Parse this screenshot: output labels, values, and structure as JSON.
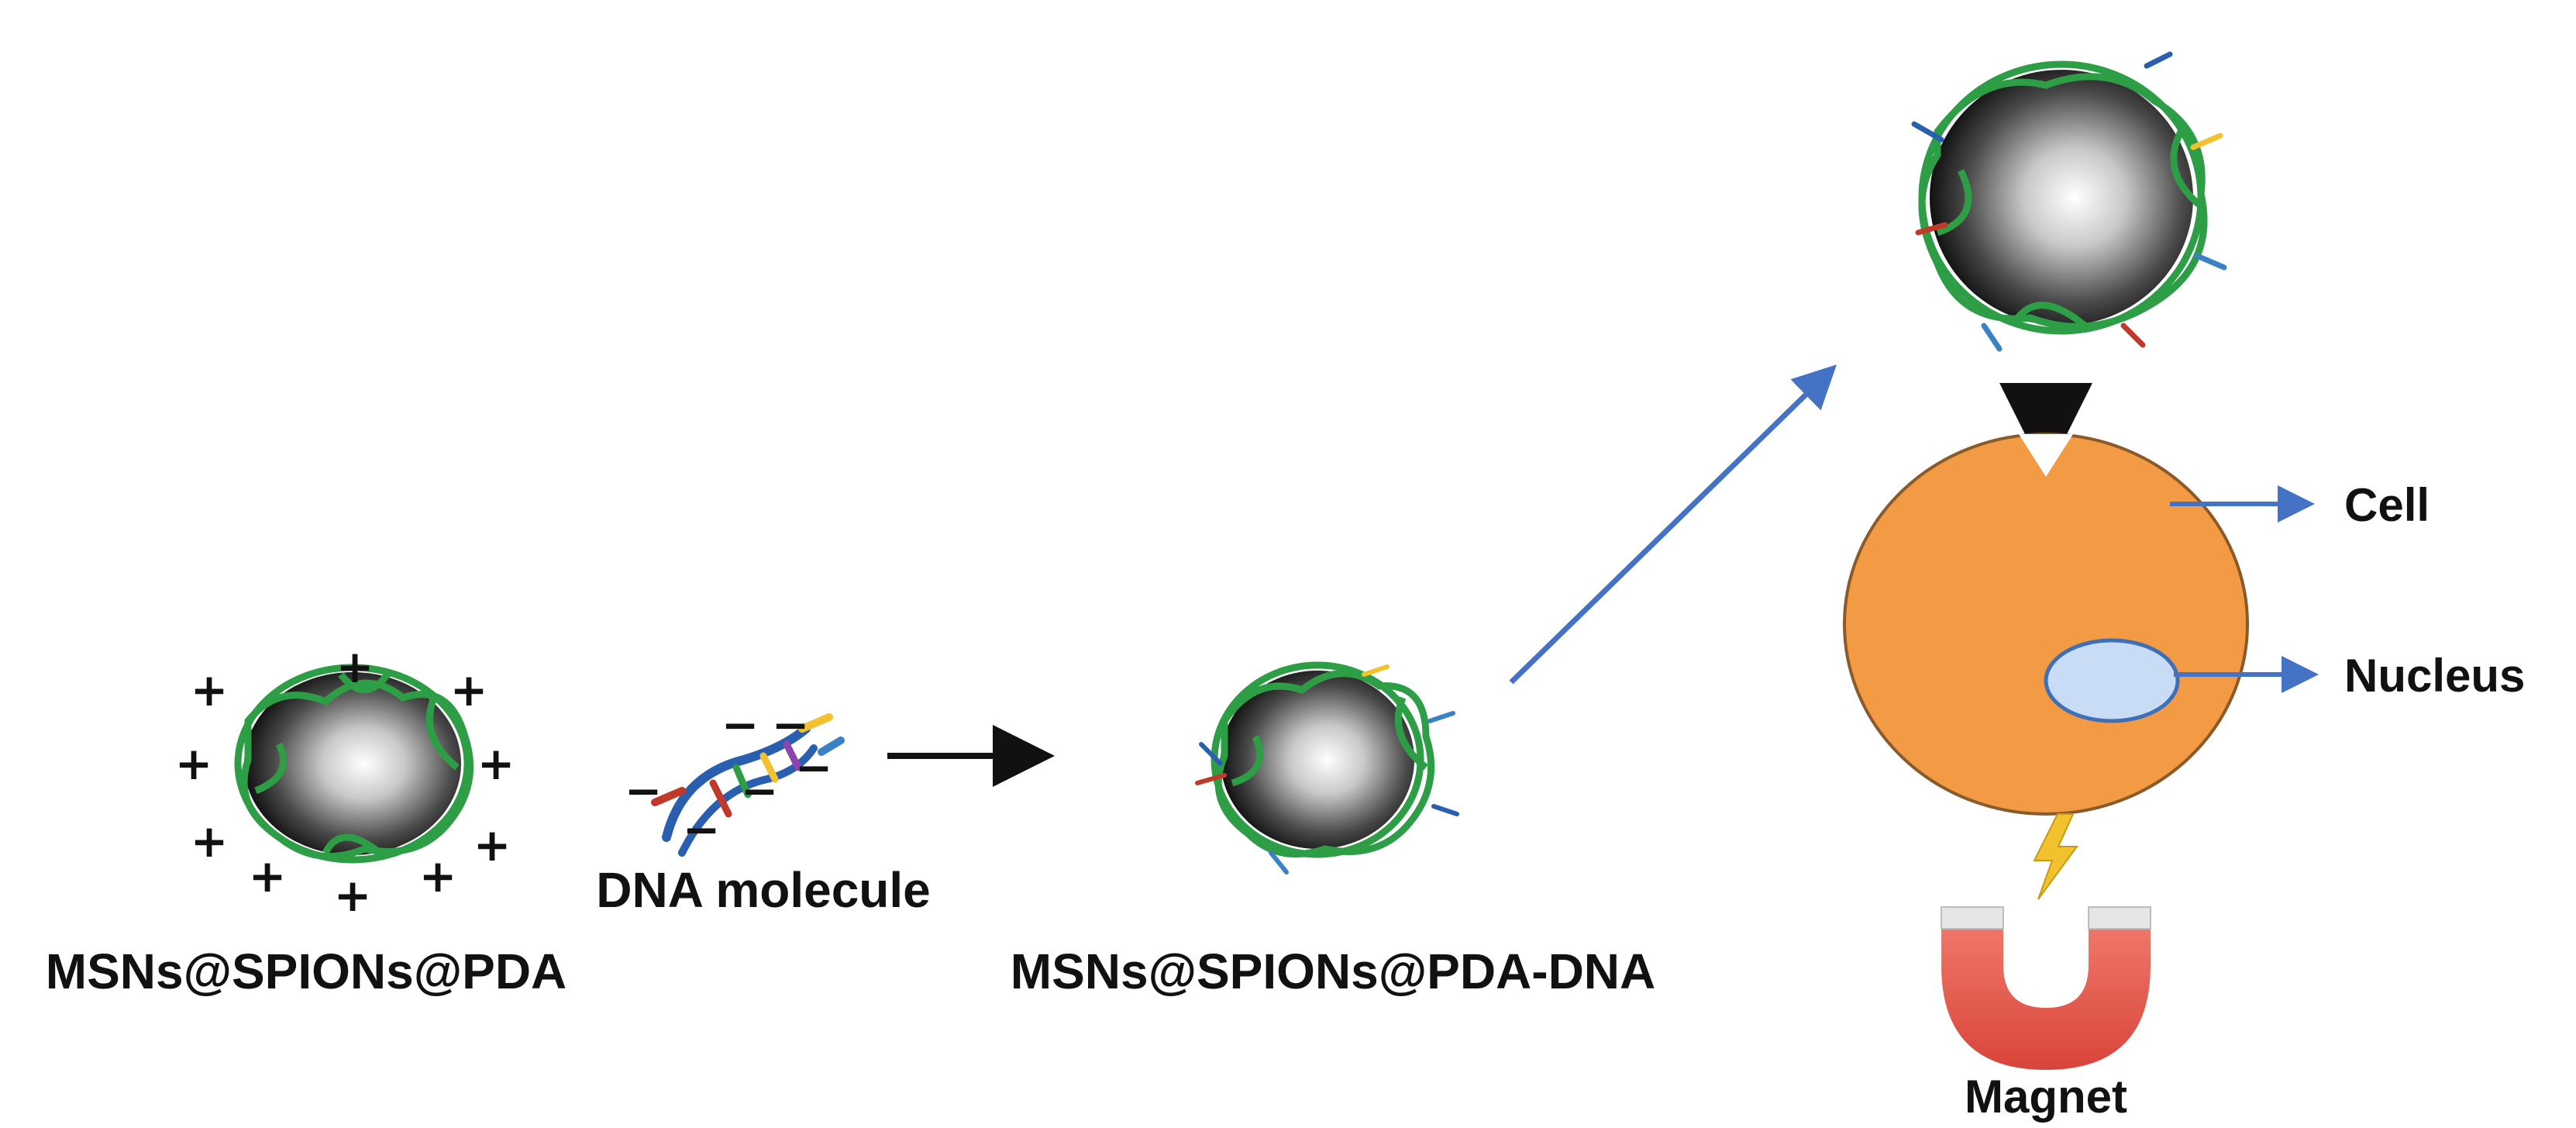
{
  "labels": {
    "particle_start": "MSNs@SPIONs@PDA",
    "dna": "DNA molecule",
    "particle_complex": "MSNs@SPIONs@PDA-DNA",
    "cell": "Cell",
    "nucleus": "Nucleus",
    "magnet": "Magnet"
  },
  "colors": {
    "polymer_green": "#2e9e46",
    "arrow_blue": "#4472c4",
    "cell_orange": "#f39a45",
    "nucleus_blue": "#c9dcf5",
    "magnet_red": "#e8584a",
    "spark_yellow": "#f2c12e",
    "arrow_black": "#111111"
  },
  "icons": {
    "magnet": "magnet-icon",
    "spark": "lightning-icon",
    "dna": "dna-helix-icon"
  }
}
